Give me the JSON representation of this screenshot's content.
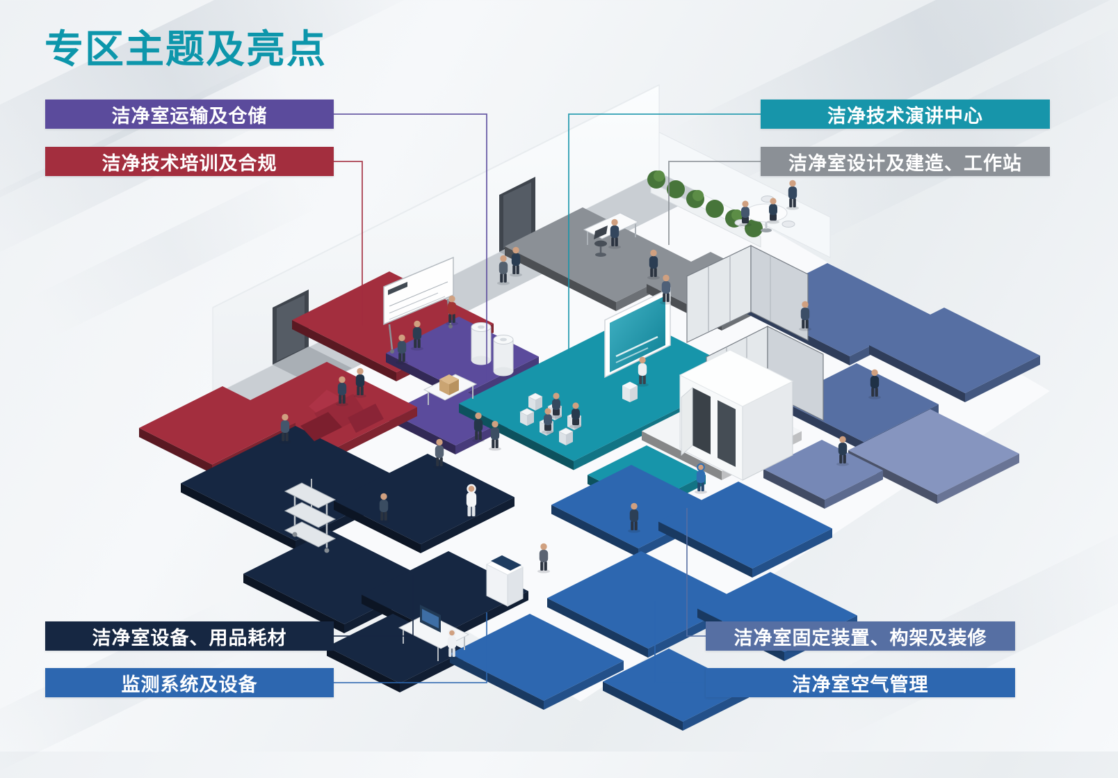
{
  "title": "专区主题及亮点",
  "title_color": "#0d96ab",
  "banners": {
    "transport": {
      "label": "洁净室运输及仓储",
      "color": "#5b4b9c"
    },
    "training": {
      "label": "洁净技术培训及合规",
      "color": "#a32e3e"
    },
    "lecture": {
      "label": "洁净技术演讲中心",
      "color": "#1795aa"
    },
    "design": {
      "label": "洁净室设计及建造、工作站",
      "color": "#8b9096"
    },
    "equipment": {
      "label": "洁净室设备、用品耗材",
      "color": "#162742"
    },
    "monitoring": {
      "label": "监测系统及设备",
      "color": "#2d67b0"
    },
    "fixtures": {
      "label": "洁净室固定装置、构架及装修",
      "color": "#566fa3"
    },
    "air": {
      "label": "洁净室空气管理",
      "color": "#2d67b0"
    }
  }
}
